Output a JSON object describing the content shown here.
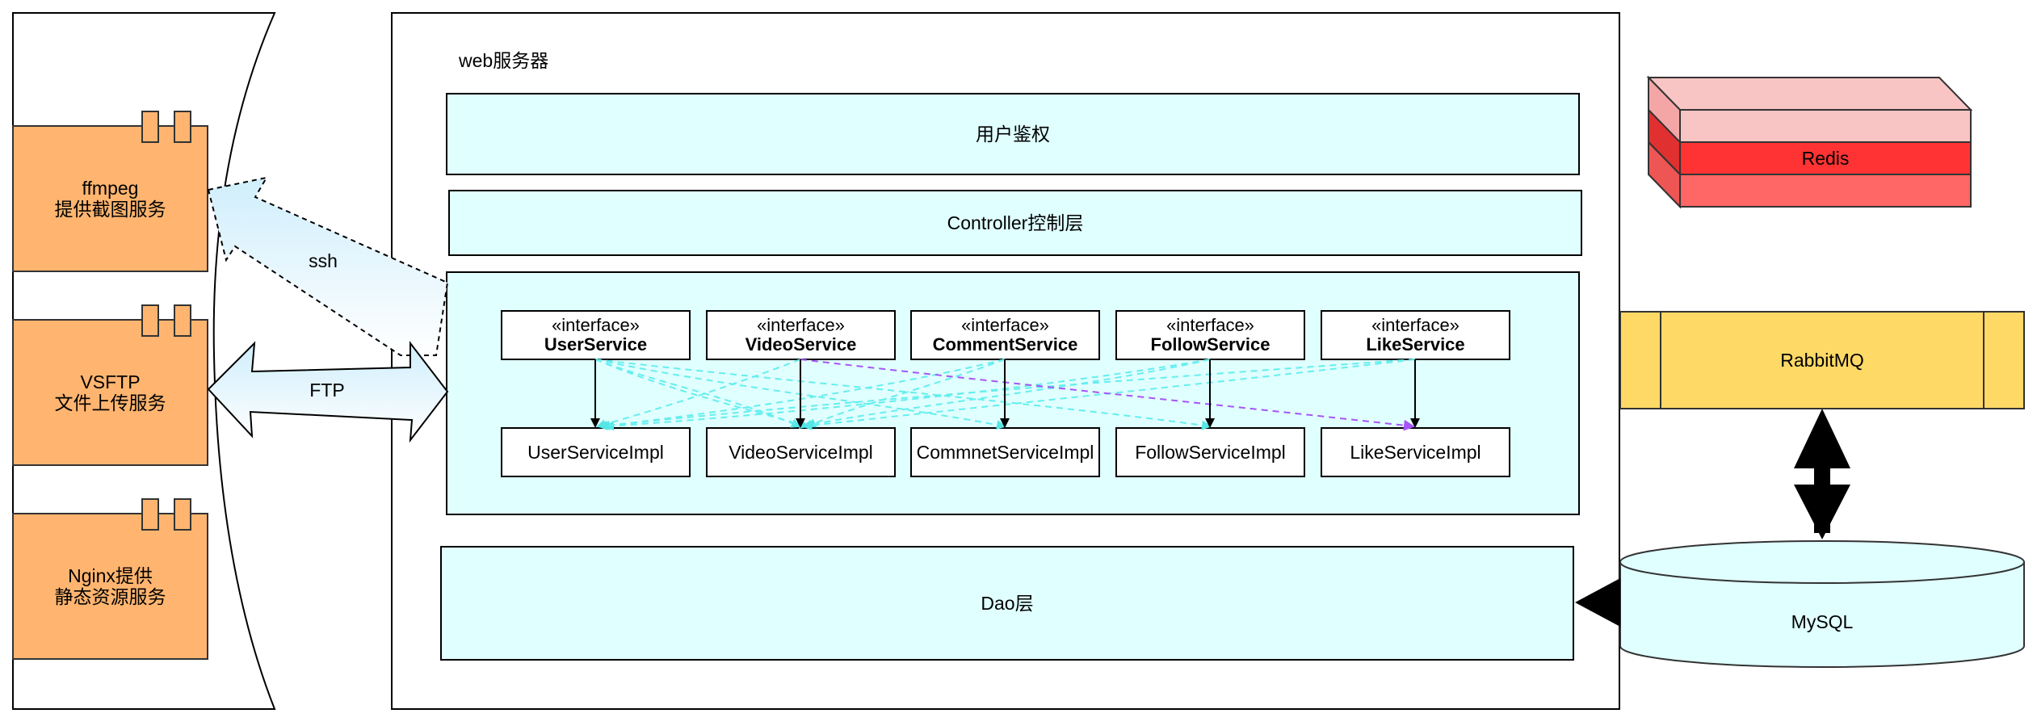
{
  "left_services": [
    {
      "label": "ffmpeg\n提供截图服务",
      "icon": "component-icon"
    },
    {
      "label": "VSFTP\n文件上传服务",
      "icon": "component-icon"
    },
    {
      "label": "Nginx提供\n静态资源服务",
      "icon": "component-icon"
    }
  ],
  "arrows": {
    "ssh": "ssh",
    "ftp": "FTP"
  },
  "web_server": {
    "title": "web服务器",
    "auth_layer": "用户鉴权",
    "controller_layer": "Controller控制层",
    "dao_layer": "Dao层",
    "interfaces": [
      {
        "stereotype": "«interface»",
        "name": "UserService",
        "impl": "UserServiceImpl"
      },
      {
        "stereotype": "«interface»",
        "name": "VideoService",
        "impl": "VideoServiceImpl"
      },
      {
        "stereotype": "«interface»",
        "name": "CommentService",
        "impl": "CommnetServiceImpl"
      },
      {
        "stereotype": "«interface»",
        "name": "FollowService",
        "impl": "FollowServiceImpl"
      },
      {
        "stereotype": "«interface»",
        "name": "LikeService",
        "impl": "LikeServiceImpl"
      }
    ]
  },
  "external": {
    "redis": "Redis",
    "rabbitmq": "RabbitMQ",
    "mysql": "MySQL"
  },
  "colors": {
    "service_fill": "#ffb570",
    "layer_fill": "#e0ffff",
    "redis_top": "#f8c4c4",
    "redis_mid": "#ff3333",
    "redis_bottom": "#ff6666",
    "rabbitmq_fill": "#ffd966",
    "mysql_fill": "#e0ffff",
    "dashed_cyan": "#66eeee",
    "dashed_purple": "#a855f7"
  }
}
